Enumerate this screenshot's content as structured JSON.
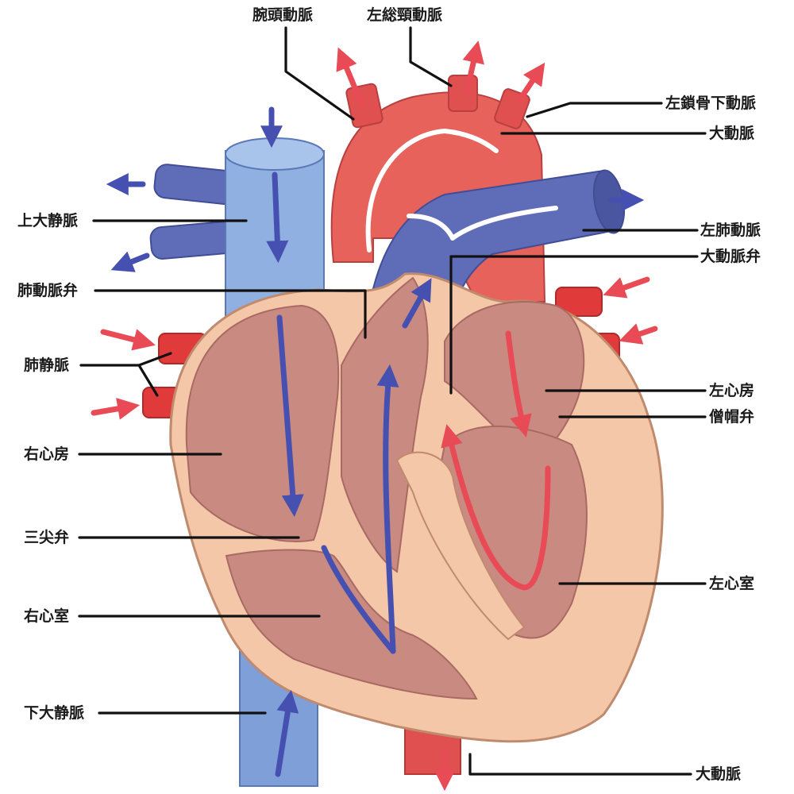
{
  "labels": {
    "brachiocephalic_artery": "腕頭動脈",
    "left_common_carotid": "左総頸動脈",
    "left_subclavian": "左鎖骨下動脈",
    "aorta_top": "大動脈",
    "superior_vena_cava": "上大静脈",
    "left_pulmonary_artery": "左肺動脈",
    "aortic_valve": "大動脈弁",
    "pulmonary_valve": "肺動脈弁",
    "pulmonary_veins": "肺静脈",
    "left_atrium": "左心房",
    "mitral_valve": "僧帽弁",
    "right_atrium": "右心房",
    "tricuspid_valve": "三尖弁",
    "left_ventricle": "左心室",
    "right_ventricle": "右心室",
    "inferior_vena_cava": "下大静脈",
    "aorta_bottom": "大動脈"
  },
  "colors": {
    "deoxygenated_vessel": "#7f9fd8",
    "pulmonary_artery": "#5f6cb8",
    "oxygenated_vessel": "#e8524f",
    "aorta": "#e8625c",
    "myocardium_outer": "#f3c7a8",
    "chamber_interior": "#c98a82",
    "flow_arrow_blue": "#4650b0",
    "flow_arrow_red": "#e84a56"
  }
}
